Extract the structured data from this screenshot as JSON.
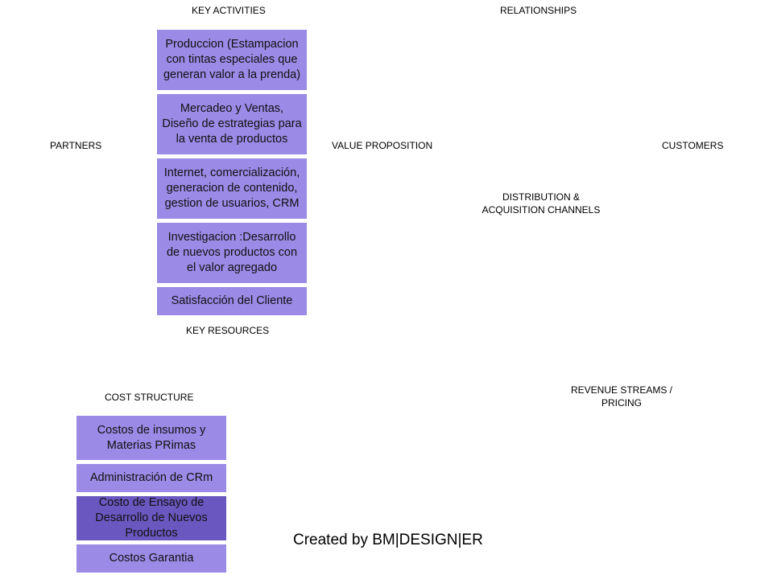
{
  "canvas_labels": {
    "key_activities": "KEY ACTIVITIES",
    "relationships": "RELATIONSHIPS",
    "partners": "PARTNERS",
    "value_proposition": "VALUE PROPOSITION",
    "customers": "CUSTOMERS",
    "distribution_line1": "DISTRIBUTION  &",
    "distribution_line2": "ACQUISITION  CHANNELS",
    "key_resources": "KEY RESOURCES",
    "cost_structure": "COST  STRUCTURE",
    "revenue_line1": "REVENUE  STREAMS  /",
    "revenue_line2": "PRICING"
  },
  "activities": [
    "Produccion (Estampacion con tintas especiales que generan valor a la prenda)",
    "Mercadeo y Ventas, Diseño de estrategias para la venta de productos",
    "Internet, comercialización, generacion de contenido, gestion de usuarios, CRM",
    "Investigacion :Desarrollo de nuevos productos con el valor agregado",
    "Satisfacción del Cliente"
  ],
  "costs": [
    "Costos de insumos y Materias PRimas",
    "Administración de CRm",
    "Costo de Ensayo de Desarrollo de Nuevos Productos",
    "Costos Garantia"
  ],
  "colors": {
    "box_fill": "#9b8ae6",
    "box_fill_dark": "#6a57bf"
  },
  "footer": "Created by BM|DESIGN|ER"
}
